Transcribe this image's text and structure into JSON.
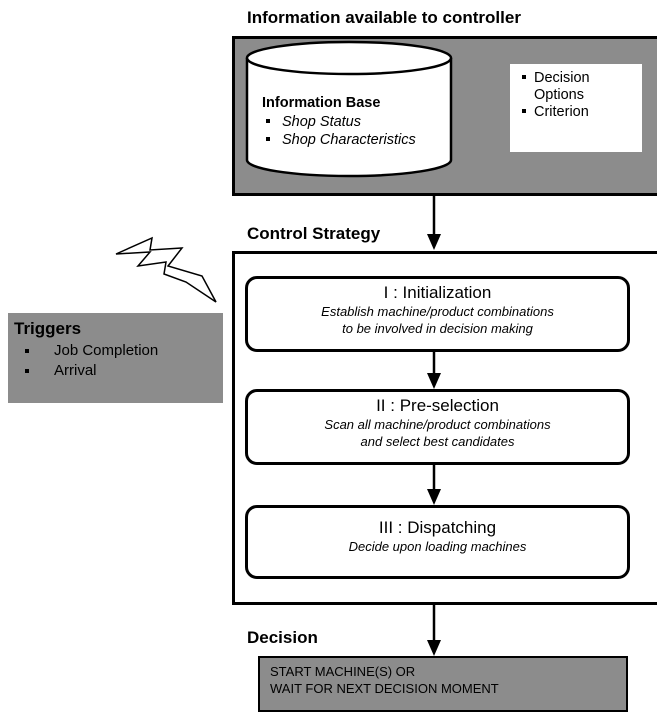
{
  "header": {
    "title": "Information available to controller"
  },
  "information_base": {
    "title": "Information Base",
    "items": [
      "Shop Status",
      "Shop Characteristics"
    ]
  },
  "options": {
    "items": [
      "Decision Options",
      "Criterion"
    ]
  },
  "strategy": {
    "title": "Control Strategy"
  },
  "phases": [
    {
      "title": "I : Initialization",
      "desc_lines": [
        "Establish machine/product combinations",
        "to be involved in decision making"
      ]
    },
    {
      "title": "II : Pre-selection",
      "desc_lines": [
        "Scan all machine/product combinations",
        "and select best candidates"
      ]
    },
    {
      "title": "III : Dispatching",
      "desc_lines": [
        "Decide upon loading machines"
      ]
    }
  ],
  "triggers": {
    "title": "Triggers",
    "items": [
      "Job Completion",
      "Arrival"
    ]
  },
  "decision": {
    "title": "Decision",
    "lines": [
      "START MACHINE(S) OR",
      "WAIT FOR NEXT DECISION MOMENT"
    ]
  },
  "colors": {
    "panel_gray": "#8c8c8c",
    "line": "#000000"
  }
}
